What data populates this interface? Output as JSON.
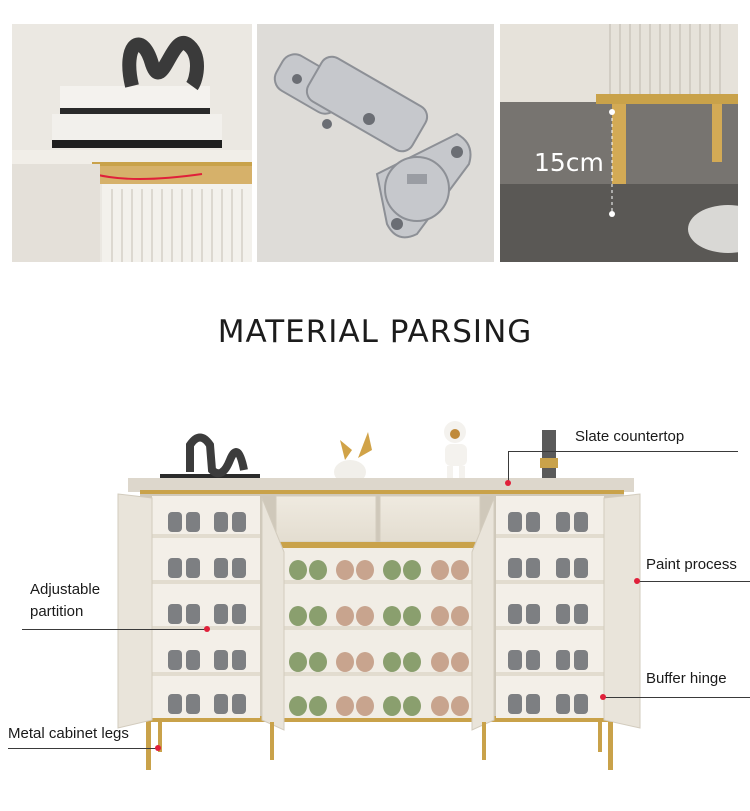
{
  "heading": "MATERIAL PARSING",
  "photos": {
    "detail_height_label": "15cm"
  },
  "callouts": {
    "slate_countertop": "Slate countertop",
    "paint_process": "Paint process",
    "adjustable_partition_line1": "Adjustable",
    "adjustable_partition_line2": "partition",
    "buffer_hinge": "Buffer hinge",
    "metal_cabinet_legs": "Metal cabinet legs"
  },
  "colors": {
    "accent_gold": "#c9a24a",
    "callout_dot": "#e0203a",
    "cabinet_cream": "#e8e2d6"
  }
}
